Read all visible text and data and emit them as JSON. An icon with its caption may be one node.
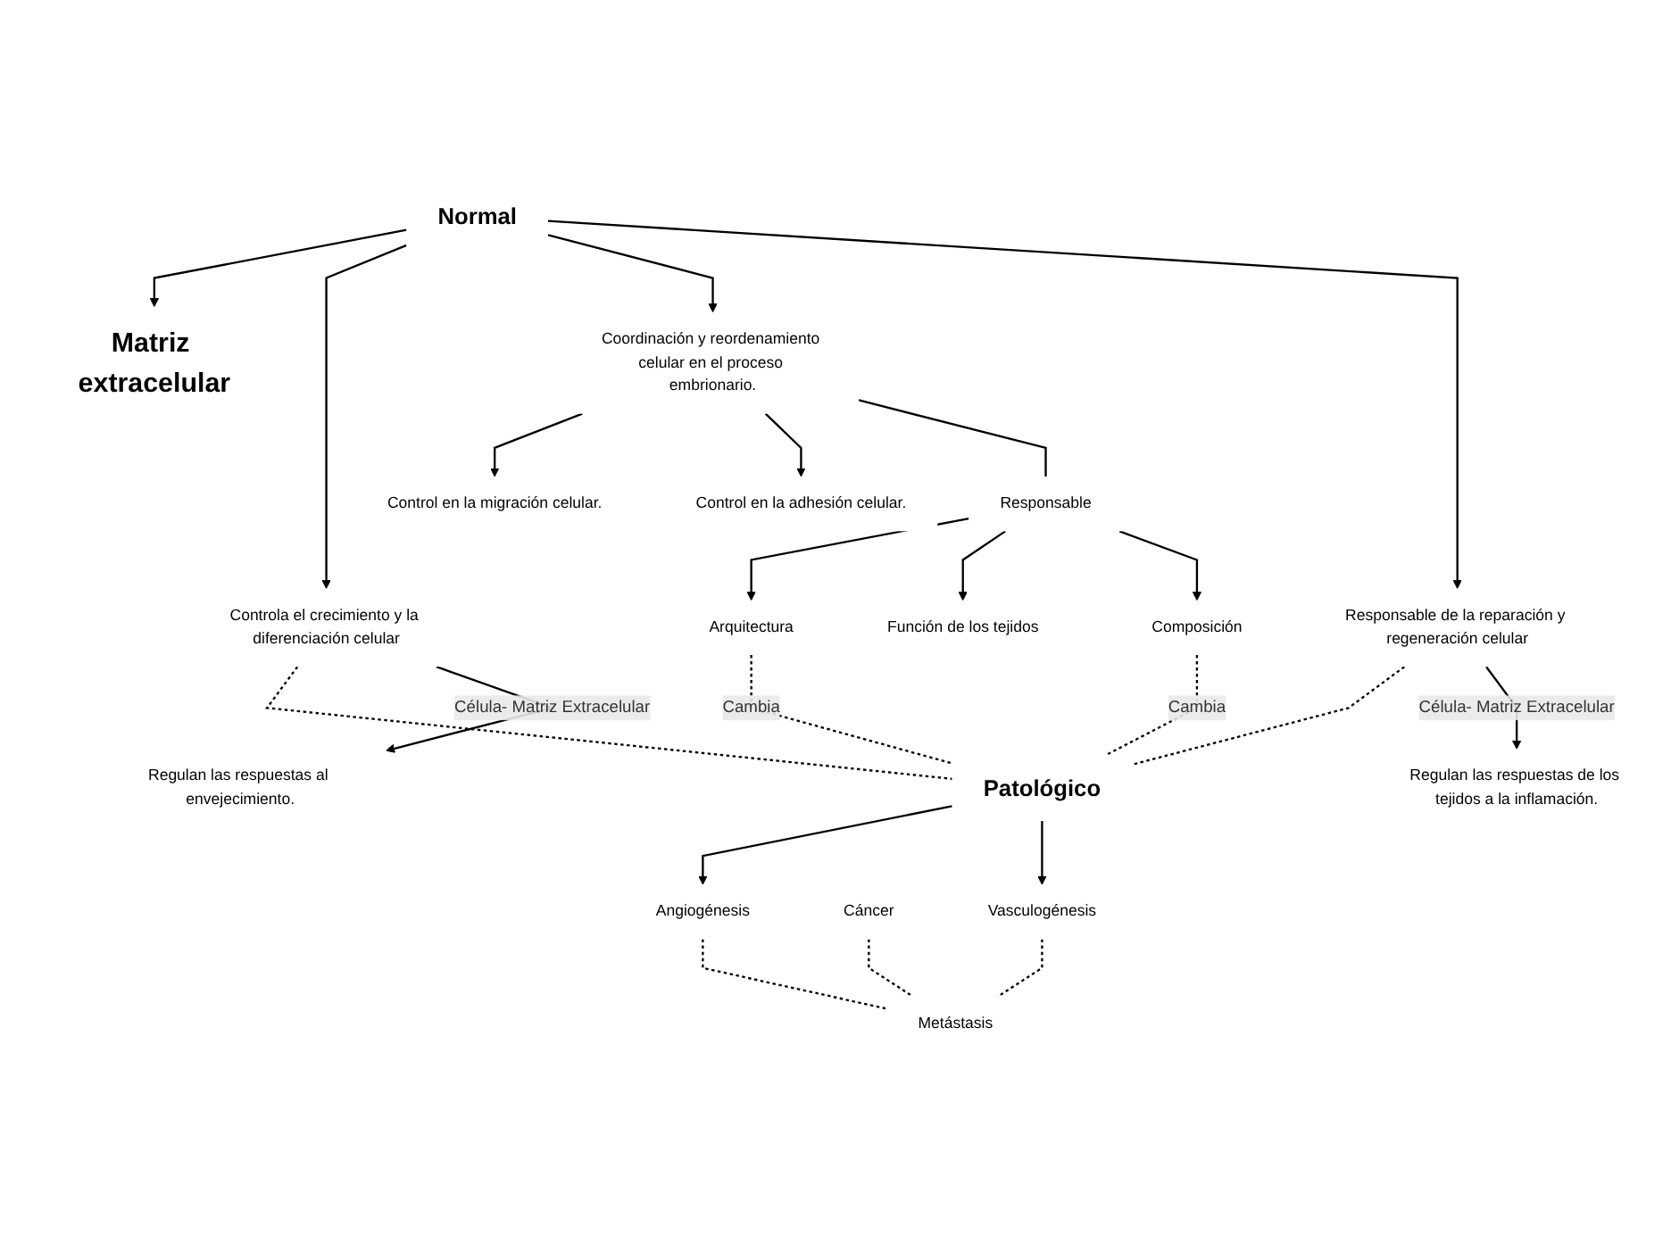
{
  "diagram": {
    "nodes": [
      {
        "text": [
          "Matriz extracelular"
        ]
      },
      {
        "text": [
          "Normal"
        ]
      },
      {
        "text": [
          "Controla el crecimiento y la diferenciación celular"
        ]
      },
      {
        "text": [
          "Coordinación y reordenamiento celular en el proceso embrionario."
        ]
      },
      {
        "text": [
          "Responsable de la reparación y regeneración celular"
        ]
      },
      {
        "text": [
          "Control en la migración celular."
        ]
      },
      {
        "text": [
          "Control en la adhesión celular."
        ]
      },
      {
        "text": [
          "Responsable"
        ]
      },
      {
        "text": [
          "Función de los tejidos"
        ]
      },
      {
        "text": [
          "Arquitectura"
        ]
      },
      {
        "text": [
          "Composición"
        ]
      },
      {
        "text": [
          "Patológico"
        ]
      },
      {
        "text": [
          "Angiogénesis"
        ]
      },
      {
        "text": [
          "Cáncer"
        ]
      },
      {
        "text": [
          "Vasculogénesis"
        ]
      },
      {
        "text": [
          "Metástasis"
        ]
      },
      {
        "text": [
          "Regulan las respuestas al envejecimiento."
        ]
      },
      {
        "text": [
          "Regulan las respuestas de los tejidos a la inflamación."
        ]
      }
    ],
    "edges": [
      {
        "from": 1,
        "to": 0,
        "arrow": "to"
      },
      {
        "from": 1,
        "to": 2,
        "arrow": "to"
      },
      {
        "from": 1,
        "to": 3,
        "arrow": "to"
      },
      {
        "from": 1,
        "to": 4,
        "arrow": "to"
      },
      {
        "from": 3,
        "to": 5,
        "arrow": "to"
      },
      {
        "from": 3,
        "to": 6,
        "arrow": "to"
      },
      {
        "from": 3,
        "to": 7,
        "arrow": "none"
      },
      {
        "from": 7,
        "to": 9,
        "arrow": "to"
      },
      {
        "from": 7,
        "to": 8,
        "arrow": "to"
      },
      {
        "from": 7,
        "to": 10,
        "arrow": "to"
      },
      {
        "from": 9,
        "to": 11,
        "arrow": "none",
        "style": "dashed",
        "label": "Cambia"
      },
      {
        "from": 10,
        "to": 11,
        "arrow": "none",
        "style": "dashed",
        "label": "Cambia"
      },
      {
        "from": 2,
        "to": 11,
        "arrow": "none",
        "style": "dashed"
      },
      {
        "from": 4,
        "to": 11,
        "arrow": "none",
        "style": "dashed"
      },
      {
        "from": 2,
        "to": 16,
        "arrow": "to",
        "label": "Célula- Matriz Extracelular"
      },
      {
        "from": 4,
        "to": 17,
        "arrow": "to",
        "label": "Célula- Matriz Extracelular"
      },
      {
        "from": 11,
        "to": 12,
        "arrow": "to"
      },
      {
        "from": 11,
        "to": 14,
        "arrow": "to"
      },
      {
        "from": 12,
        "to": 15,
        "arrow": "none",
        "style": "dashed"
      },
      {
        "from": 13,
        "to": 15,
        "arrow": "none",
        "style": "dashed"
      },
      {
        "from": 14,
        "to": 15,
        "arrow": "none",
        "style": "dashed"
      }
    ]
  }
}
